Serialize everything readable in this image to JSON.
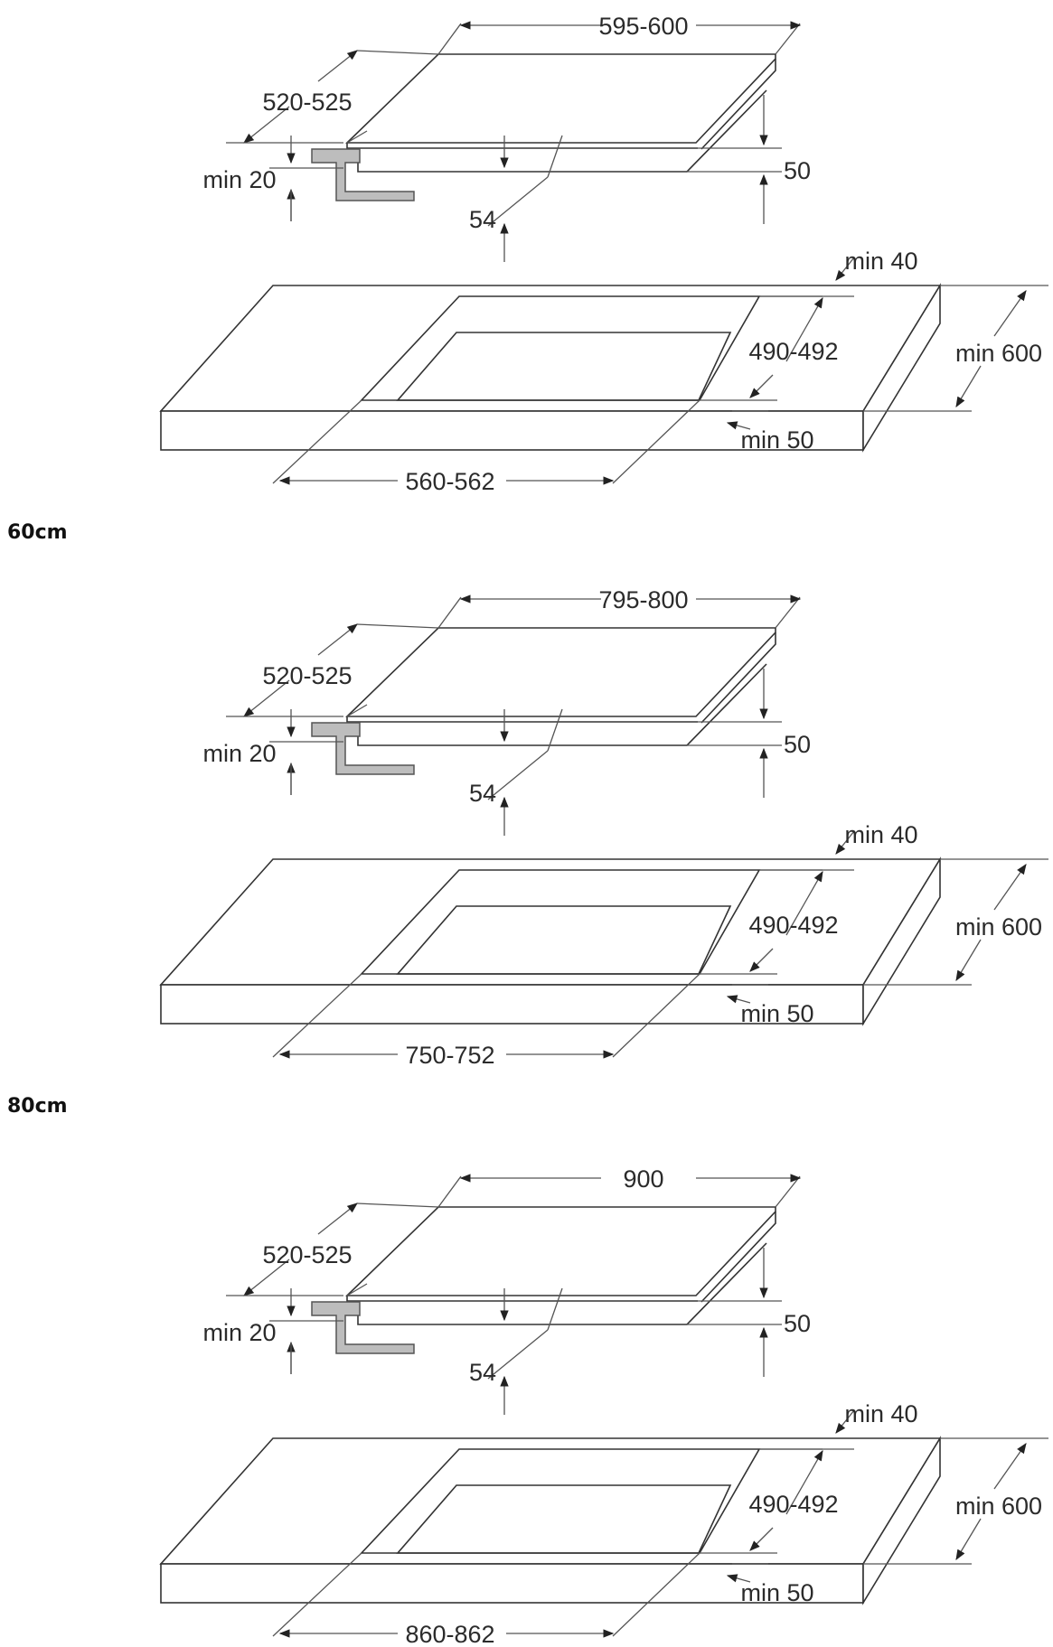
{
  "colors": {
    "line": "#333333",
    "dim_line": "#555555",
    "bracket_fill": "#bdbdbd",
    "text": "#2b2b2b",
    "background": "#ffffff"
  },
  "sections": [
    {
      "hob_width": "595-600",
      "hob_depth": "520-525",
      "clearance_under": "min 20",
      "hob_thickness": "50",
      "cutout_height": "54",
      "back_clearance": "min 40",
      "cutout_depth": "490-492",
      "worktop_depth": "min 600",
      "front_clearance": "min 50",
      "cutout_width": "560-562",
      "label": "60cm"
    },
    {
      "hob_width": "795-800",
      "hob_depth": "520-525",
      "clearance_under": "min 20",
      "hob_thickness": "50",
      "cutout_height": "54",
      "back_clearance": "min 40",
      "cutout_depth": "490-492",
      "worktop_depth": "min 600",
      "front_clearance": "min 50",
      "cutout_width": "750-752",
      "label": "80cm"
    },
    {
      "hob_width": "900",
      "hob_depth": "520-525",
      "clearance_under": "min 20",
      "hob_thickness": "50",
      "cutout_height": "54",
      "back_clearance": "min 40",
      "cutout_depth": "490-492",
      "worktop_depth": "min 600",
      "front_clearance": "min 50",
      "cutout_width": "860-862",
      "label": ""
    }
  ]
}
